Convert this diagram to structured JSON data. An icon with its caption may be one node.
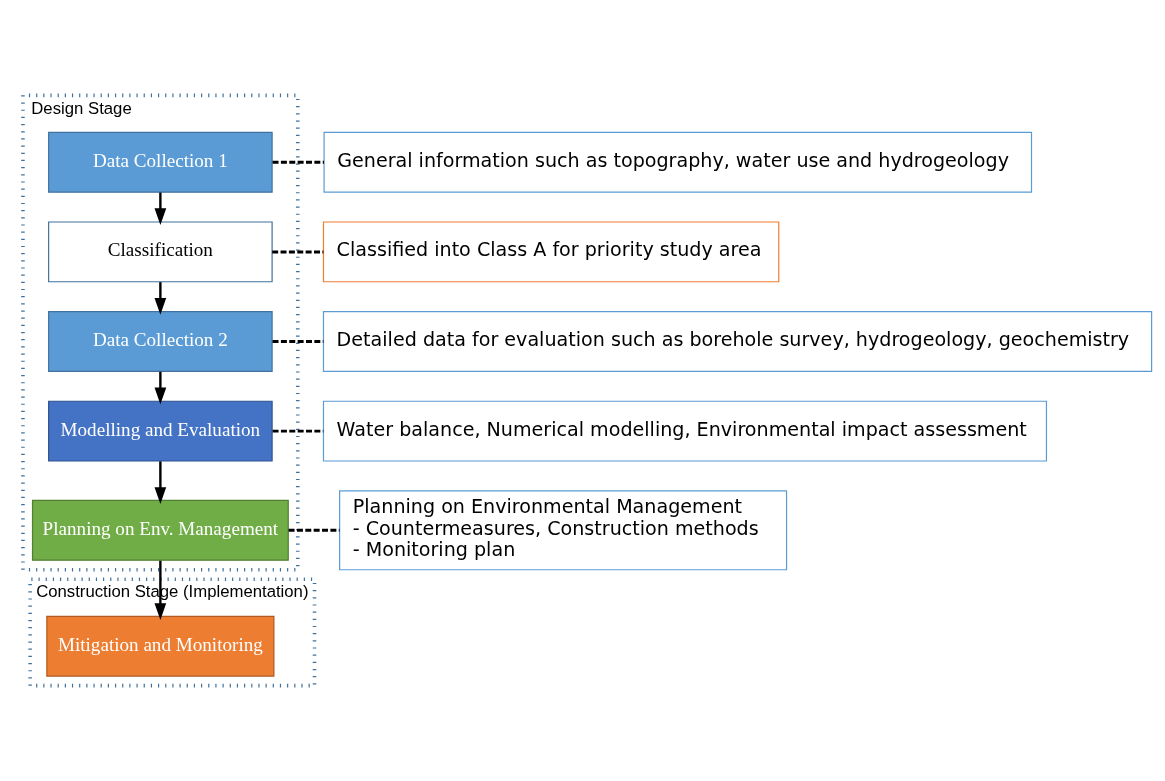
{
  "diagram": {
    "nodes": [
      {
        "text": [
          "Design Stage"
        ]
      },
      {
        "text": [
          "Data Collection 1"
        ],
        "in": 0
      },
      {
        "text": [
          "Classification"
        ],
        "in": 0
      },
      {
        "text": [
          "Data Collection 2"
        ],
        "in": 0
      },
      {
        "text": [
          "Modelling and Evaluation"
        ],
        "in": 0
      },
      {
        "text": [
          "Planning on Env. Management"
        ],
        "in": 0
      },
      {
        "text": [
          "Construction Stage (Implementation)"
        ]
      },
      {
        "text": [
          "Mitigation and Monitoring"
        ],
        "in": 6
      },
      {
        "text": [
          "General information such as topography, water use and hydrogeology"
        ]
      },
      {
        "text": [
          "Classified into Class A for priority study area"
        ]
      },
      {
        "text": [
          "Detailed data for evaluation such as borehole survey, hydrogeology, geochemistry"
        ]
      },
      {
        "text": [
          "Water balance, Numerical modelling, Environmental impact assessment"
        ]
      },
      {
        "text": [
          "Planning on Environmental Management",
          "- Countermeasures, Construction methods",
          "- Monitoring plan"
        ]
      }
    ],
    "edges": [
      {
        "from": 1,
        "to": 2,
        "arrow": "to"
      },
      {
        "from": 2,
        "to": 3,
        "arrow": "to"
      },
      {
        "from": 3,
        "to": 4,
        "arrow": "to"
      },
      {
        "from": 4,
        "to": 5,
        "arrow": "to"
      },
      {
        "from": 5,
        "to": 7,
        "arrow": "to"
      },
      {
        "from": 1,
        "to": 8,
        "arrow": "none",
        "style": "dashed"
      },
      {
        "from": 2,
        "to": 9,
        "arrow": "none",
        "style": "dashed"
      },
      {
        "from": 3,
        "to": 10,
        "arrow": "none",
        "style": "dashed"
      },
      {
        "from": 4,
        "to": 11,
        "arrow": "none",
        "style": "dashed"
      },
      {
        "from": 5,
        "to": 12,
        "arrow": "none",
        "style": "dashed"
      }
    ]
  }
}
